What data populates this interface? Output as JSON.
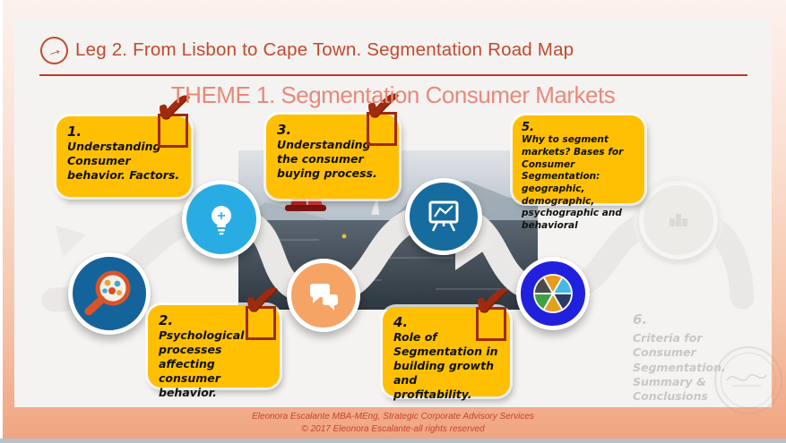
{
  "header": {
    "arrow_glyph": "→",
    "title": "Leg 2. From Lisbon to Cape Town. Segmentation Road Map",
    "subtitle": "THEME 1. Segmentation Consumer Markets"
  },
  "check_glyph": "✔",
  "steps": [
    {
      "number": "1.",
      "text": "Understanding Consumer behavior. Factors.",
      "checked": true,
      "style": "yellow-callout"
    },
    {
      "number": "2.",
      "text": "Psychological processes affecting consumer behavior.",
      "checked": true,
      "style": "yellow-callout"
    },
    {
      "number": "3.",
      "text": "Understanding the consumer buying process.",
      "checked": true,
      "style": "yellow-callout"
    },
    {
      "number": "4.",
      "text": "Role of Segmentation in building growth and profitability.",
      "checked": true,
      "style": "yellow-callout"
    },
    {
      "number": "5.",
      "text": "Why to segment markets? Bases for Consumer Segmentation: geographic, demographic, psychographic and behavioral",
      "checked": false,
      "style": "yellow-callout"
    },
    {
      "number": "6.",
      "text": "Criteria for Consumer Segmentation. Summary & Conclusions",
      "checked": false,
      "style": "ghost-text"
    }
  ],
  "route_milestones": [
    {
      "icon": "magnifier-people-icon",
      "color": "#14639b"
    },
    {
      "icon": "lightbulb-icon",
      "color": "#29ace3"
    },
    {
      "icon": "chat-bubbles-icon",
      "color": "#f5a466"
    },
    {
      "icon": "presentation-chart-icon",
      "color": "#166b9f"
    },
    {
      "icon": "pie-chart-icon",
      "color": "#2121dd"
    },
    {
      "icon": "podium-ghost-icon",
      "color": "#ecebe8"
    }
  ],
  "colors": {
    "title_red": "#c2492f",
    "subtitle_salmon": "#e8897a",
    "callout_yellow": "#ffc003",
    "check_red": "#9e2b0e",
    "ghost_text_gray": "#c9c7c4",
    "frame_salmon": "#f0a480",
    "slide_bg": "#f4f3f1",
    "road_gray": "#e9e8e6",
    "pie_slices": [
      "#e89c1f",
      "#45b8e8",
      "#2b3a67",
      "#e0a21d",
      "#3fa045",
      "#4a4a4a"
    ]
  },
  "footer": {
    "line1": "Eleonora Escalante MBA-MEng, Strategic Corporate Advisory Services",
    "line2": "© 2017 Eleonora Escalante-all rights reserved"
  }
}
